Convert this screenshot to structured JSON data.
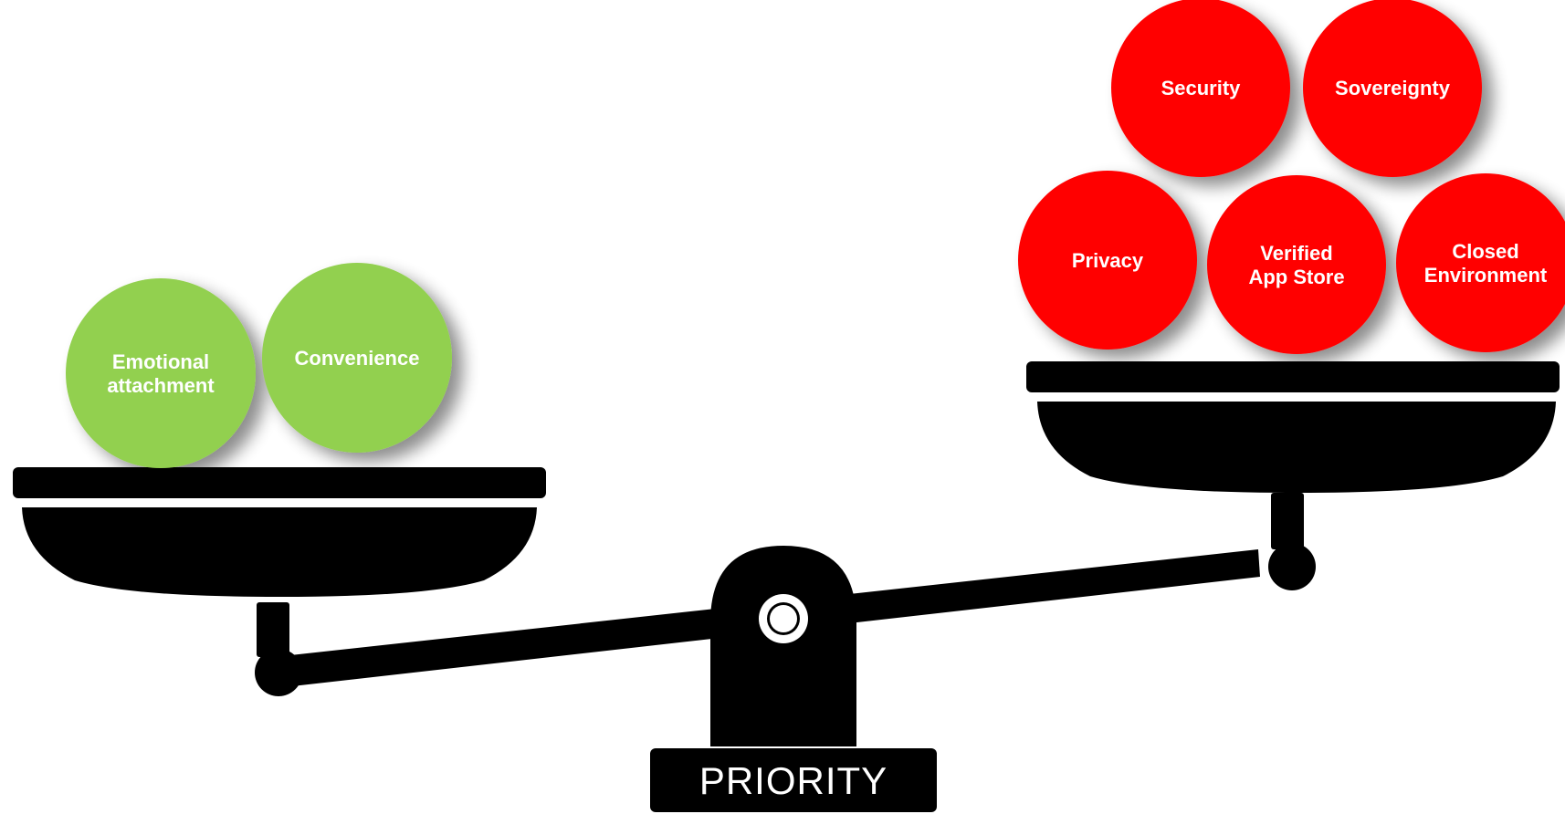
{
  "priority_label": "PRIORITY",
  "colors": {
    "scale": "#000000",
    "convenience_side": "#92d050",
    "security_side": "#ff0000",
    "label_text": "#ffffff"
  },
  "left_pan": {
    "side": "lower",
    "items": [
      {
        "lines": [
          "Emotional",
          "attachment"
        ]
      },
      {
        "lines": [
          "Convenience"
        ]
      }
    ]
  },
  "right_pan": {
    "side": "higher",
    "items": [
      {
        "lines": [
          "Security"
        ]
      },
      {
        "lines": [
          "Sovereignty"
        ]
      },
      {
        "lines": [
          "Privacy"
        ]
      },
      {
        "lines": [
          "Verified",
          "App Store"
        ]
      },
      {
        "lines": [
          "Closed",
          "Environment"
        ]
      }
    ]
  }
}
